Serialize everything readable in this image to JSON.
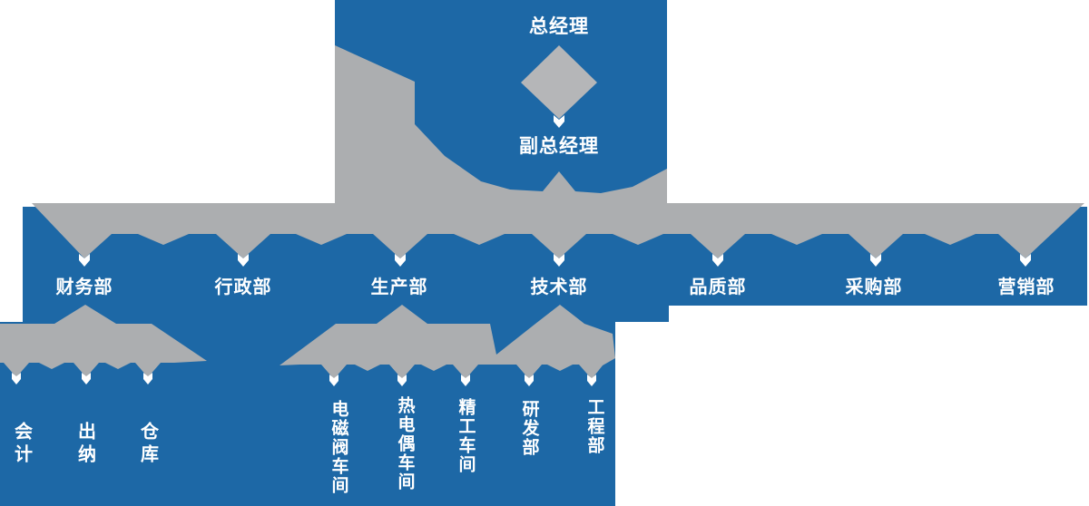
{
  "chart": {
    "type": "org-chart",
    "root": "总经理",
    "deputy": "副总经理",
    "departments": [
      "财务部",
      "行政部",
      "生产部",
      "技术部",
      "品质部",
      "采购部",
      "营销部"
    ],
    "finance_children": [
      "会计",
      "出纳",
      "仓库"
    ],
    "production_children": [
      "电磁阀车间",
      "热电偶车间",
      "精工车间"
    ],
    "technology_children": [
      "研发部",
      "工程部"
    ],
    "hierarchy": [
      {
        "parent": "总经理",
        "children": [
          "副总经理"
        ]
      },
      {
        "parent": "副总经理",
        "children": [
          "财务部",
          "行政部",
          "生产部",
          "技术部",
          "品质部",
          "采购部",
          "营销部"
        ]
      },
      {
        "parent": "财务部",
        "children": [
          "会计",
          "出纳",
          "仓库"
        ]
      },
      {
        "parent": "生产部",
        "children": [
          "电磁阀车间",
          "热电偶车间",
          "精工车间"
        ]
      },
      {
        "parent": "技术部",
        "children": [
          "研发部",
          "工程部"
        ]
      }
    ],
    "icons": [
      "diamond-connector",
      "chevron-down-arrow"
    ]
  },
  "colors": {
    "blue": "#1D68A6",
    "gray": "#ACAEB0",
    "gray_light": "#B5B6B8",
    "white": "#FFFFFF",
    "text": "#FFFFFF",
    "background": "#FFFFFF"
  }
}
